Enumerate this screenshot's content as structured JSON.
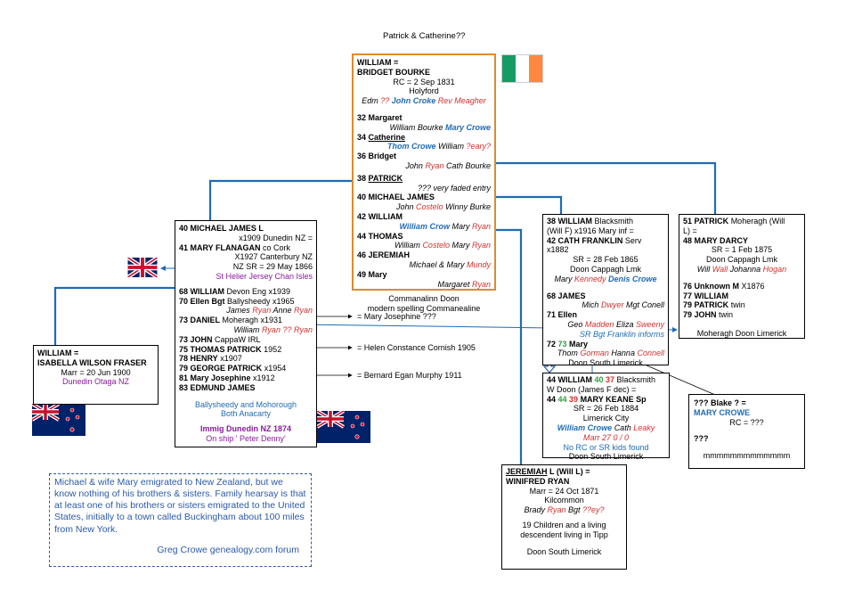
{
  "title": "Patrick & Catherine??",
  "center": {
    "h1": "WILLIAM   =",
    "h2": "BRIDGET BOURKE",
    "rc": "RC = 2 Sep 1831",
    "place": "Holyford",
    "w1": "Edm",
    "w2": "??",
    "w3": "John Croke",
    "w4": "Rev Meagher",
    "c1": "32  Margaret",
    "c1a": "William Bourke",
    "c1b": "Mary Crowe",
    "c2a": "34  ",
    "c2b": "Catherine",
    "c2c": "Thom Crowe",
    "c2d": "William",
    "c2e": "?eary?",
    "c3": "36  Bridget",
    "c3a": "John",
    "c3b": "Ryan",
    "c3c": "Cath Bourke",
    "c4a": "38  ",
    "c4b": "PATRICK",
    "c4c": "??? very faded entry",
    "c5": "40  MICHAEL JAMES",
    "c5a": "John",
    "c5b": "Costelo",
    "c5c": "Winny Burke",
    "c6": "42  WILLIAM",
    "c6a": "William Crow",
    "c6b": "Mary",
    "c6c": "Ryan",
    "c7": "44  THOMAS",
    "c7a": "William",
    "c7b": "Costelo",
    "c7c": "Mary",
    "c7d": "Ryan",
    "c8": "46  JEREMIAH",
    "c8a": "Michael & Mary",
    "c8b": "Mundy",
    "c9": "49  Mary",
    "c9a": "Margaret",
    "c9b": "Ryan",
    "f1": "Commanalinn Doon",
    "f2": "modern spelling Commanealine"
  },
  "michael": {
    "l1a": "40  MICHAEL JAMES L",
    "l2": "x1909 Dunedin NZ =",
    "l3a": "41  MARY FLANAGAN",
    "l3b": " co Cork",
    "l4": "X1927 Canterbury NZ",
    "l5": "NZ SR = 29 May 1866",
    "l6": "St Helier Jersey Chan Isles",
    "k1a": "68  WILLIAM",
    "k1b": "  Devon Eng x1939",
    "k2a": "70  Ellen Bgt",
    "k2b": "  Ballysheedy x1965",
    "k2c": "James",
    "k2d": "Ryan",
    "k2e": "Anne",
    "k2f": "Ryan",
    "k3a": "73  DANIEL",
    "k3b": "  Moheragh  x1931",
    "k3c": "William",
    "k3d": "Ryan",
    "k3e": "?? Ryan",
    "k4a": "73  JOHN",
    "k4b": "  CappaW IRL",
    "k5a": "75  THOMAS PATRICK",
    "k5b": "  1952",
    "k6a": "78  HENRY",
    "k6b": "  x1907",
    "k7a": "79  GEORGE PATRICK",
    "k7b": "  x1954",
    "k8a": "81  Mary Josephine",
    "k8b": "  x1912",
    "k9": "83  EDMUND JAMES",
    "f1": "Ballysheedy and Mohorough",
    "f2": "Both Anacarty",
    "f3": "Immig Dunedin NZ 1874",
    "f4": "On ship ' Peter Denny'"
  },
  "wfraser": {
    "l1": "WILLIAM   =",
    "l2": "ISABELLA WILSON FRASER",
    "l3": "Marr = 20 Jun 1900",
    "l4": "Dunedin Otaga NZ"
  },
  "annotations": {
    "a1": "= Mary Josephine ???",
    "a2": "= Helen Constance Cornish 1905",
    "a3": "= Bernard Egan Murphy 1911"
  },
  "blacksmith": {
    "l1a": "38  WILLIAM",
    "l1b": " Blacksmith",
    "l2": "(Will F) x1916  Mary inf =",
    "l3a": "42  CATH FRANKLIN",
    "l3b": " Serv",
    "l4": "x1882",
    "l5": "SR = 28 Feb 1865",
    "l6": "Doon Cappagh Lmk",
    "l7a": "Mary",
    "l7b": "Kennedy",
    "l7c": "Denis Crowe",
    "k1": "68  JAMES",
    "k1a": "Mich",
    "k1b": "Dwyer",
    "k1c": "Mgt Conell",
    "k2": "71  Ellen",
    "k2a": "Geo",
    "k2b": "Madden",
    "k2c": "Eliza",
    "k2d": "Sweeny",
    "k2e": "SR Bgt Franklin informs",
    "k3a": "72 ",
    "k3b": "73",
    "k3c": " Mary",
    "k3d": "Thom",
    "k3e": "Gorman",
    "k3f": "Hanna",
    "k3g": "Connell",
    "k3h": "Doon South Limerick"
  },
  "patrick": {
    "l1a": "51  PATRICK",
    "l1b": " Moheragh  (Will",
    "l2": "L) =",
    "l3": "48  MARY DARCY",
    "l4": "SR = 1 Feb 1875",
    "l5": "Doon Cappagh Lmk",
    "l6a": "Will",
    "l6b": "Wall",
    "l6c": "Johanna",
    "l6d": "Hogan",
    "k1a": "76  Unknown M",
    "k1b": "  X1876",
    "k2": "77  WILLIAM",
    "k3a": "79  PATRICK",
    "k3b": " twin",
    "k4a": "79  JOHN",
    "k4b": " twin",
    "f": "Moheragh Doon Limerick"
  },
  "wkeane": {
    "l1a": "44  WILLIAM ",
    "l1b": "40",
    "l1c": " ",
    "l1d": "37",
    "l1e": " Blacksmith",
    "l2": "W Doon (James F dec) =",
    "l3a": "44 ",
    "l3b": "44",
    "l3c": " ",
    "l3d": "39",
    "l3e": " MARY KEANE Sp",
    "l4": "SR = 26 Feb 1884",
    "l5": "Limerick City",
    "l6a": "William Crowe",
    "l6b": "Cath",
    "l6c": "Leaky",
    "l7": "Marr 27  0 / 0",
    "l8": "No RC or SR kids found",
    "l9": "Doon South Limerick"
  },
  "blake": {
    "l1": "??? Blake ? =",
    "l2": "MARY CROWE",
    "l3": "RC = ???",
    "l4": "???",
    "l5": "mmmmmmmmmmmmm"
  },
  "jeremiah": {
    "l1a": "JEREMIAH",
    "l1b": " L (Will L) =",
    "l2": "WINIFRED RYAN",
    "l3": "Marr = 24 Oct 1871",
    "l4": "Kilcommon",
    "l5a": "Brady",
    "l5b": "Ryan",
    "l5c": "Bgt",
    "l5d": "??ey?",
    "l6": "19 Children and a living",
    "l7": "descendent living in Tipp",
    "l8": "Doon South Limerick"
  },
  "note": {
    "text": "Michael & wife Mary emigrated to New Zealand, but we know nothing of his brothers & sisters. Family hearsay is that at least one of his brothers or sisters emigrated to the United States, initially to a town called Buckingham about 100 miles from New York.",
    "signature": "Greg Crowe  genealogy.com forum"
  },
  "colors": {
    "line_blue": "#1f6bb5",
    "orange_border": "#e08a2c",
    "red_text": "#d0312d",
    "purple_text": "#8b1a9e"
  },
  "icons": [
    "ireland-flag",
    "uk-flag",
    "new-zealand-flag"
  ]
}
